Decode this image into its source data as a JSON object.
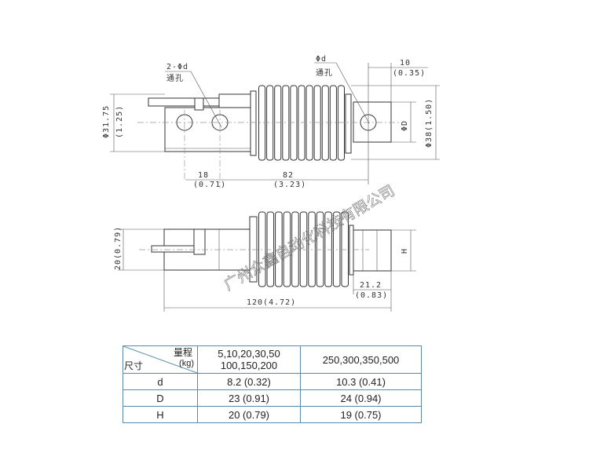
{
  "drawing": {
    "top_view": {
      "hole_label_left": "2-Φd",
      "through_hole_left": "通孔",
      "hole_label_right": "Φd",
      "through_hole_right": "通孔",
      "dim_height_left": "Φ31.75",
      "dim_height_left_in": "(1.25)",
      "dim_18": "18",
      "dim_18_in": "(0.71)",
      "dim_82": "82",
      "dim_82_in": "(3.23)",
      "dim_10": "10",
      "dim_10_in": "(0.35)",
      "dim_D": "ΦD",
      "dim_38": "Φ38(1.50)"
    },
    "side_view": {
      "dim_20": "20(0.79)",
      "dim_H": "H",
      "dim_21": "21.2",
      "dim_21_in": "(0.83)",
      "dim_120": "120(4.72)"
    },
    "watermark": "广州众鑫自动化科技有限公司"
  },
  "table": {
    "header": {
      "range_label": "量程",
      "unit": "(kg)",
      "dimension_label": "尺寸"
    },
    "columns": [
      {
        "line1": "5,10,20,30,50",
        "line2": "100,150,200"
      },
      {
        "line1": "250,300,350,500",
        "line2": ""
      }
    ],
    "rows": [
      {
        "name": "d",
        "values": [
          "8.2 (0.32)",
          "10.3 (0.41)"
        ]
      },
      {
        "name": "D",
        "values": [
          "23 (0.91)",
          "24 (0.94)"
        ]
      },
      {
        "name": "H",
        "values": [
          "20 (0.79)",
          "19 (0.75)"
        ]
      }
    ]
  }
}
